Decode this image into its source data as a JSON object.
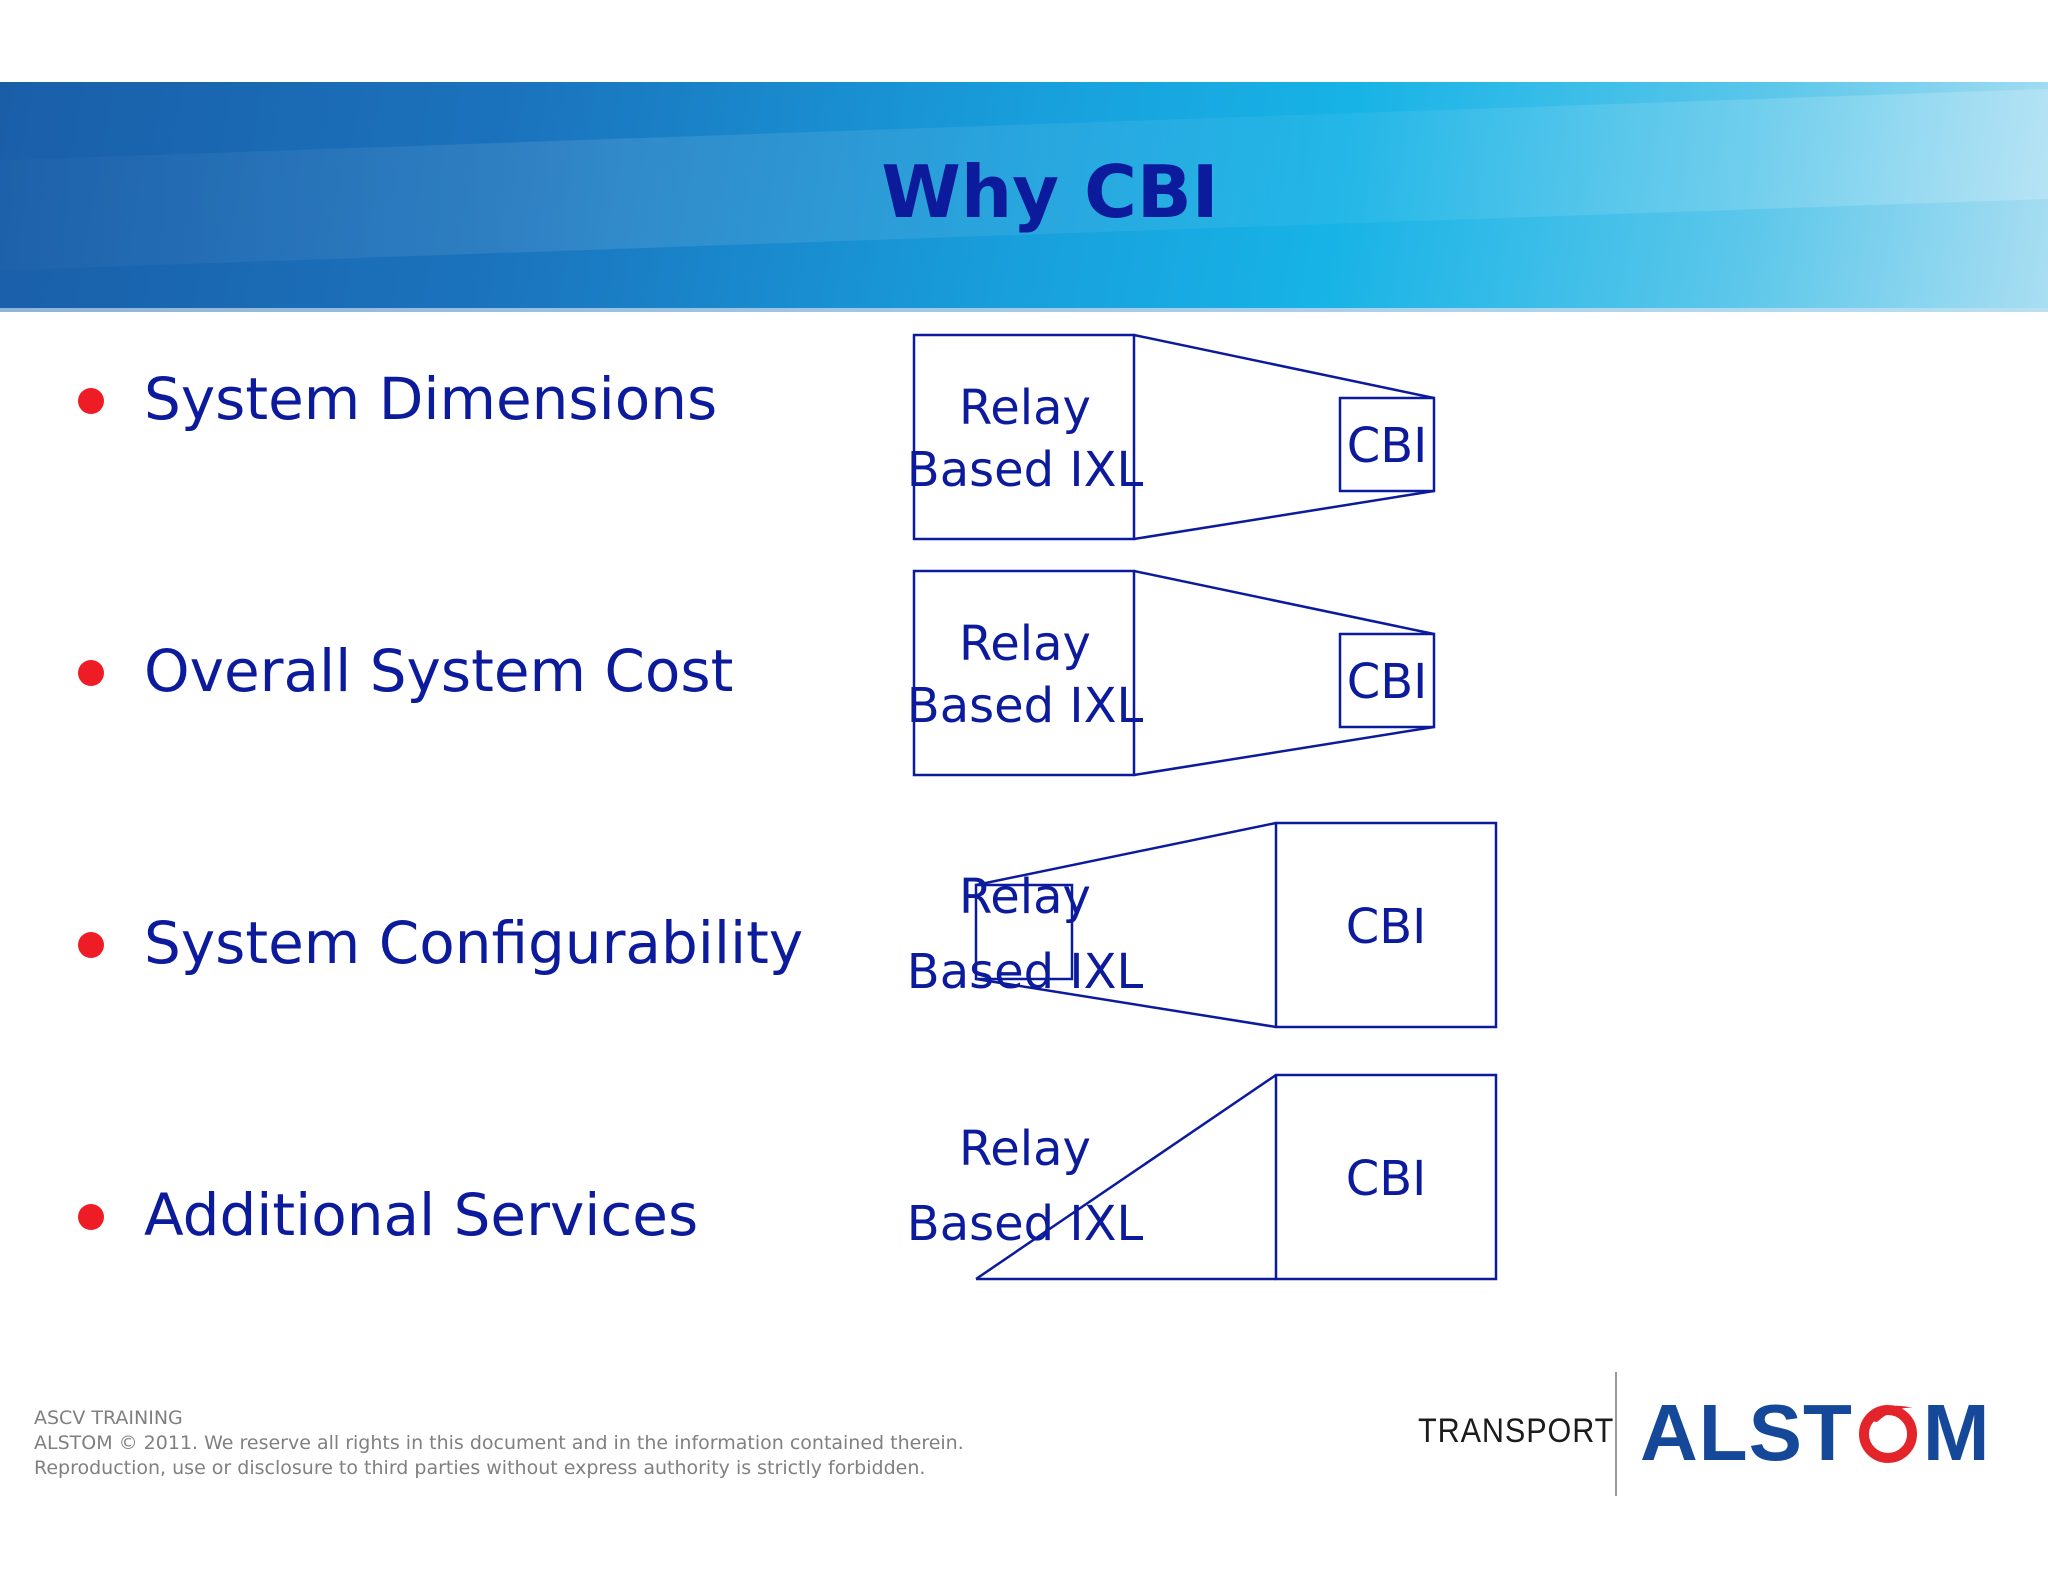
{
  "slide": {
    "title": "Why CBI"
  },
  "bullets": [
    {
      "label": "System Dimensions"
    },
    {
      "label": "Overall System Cost"
    },
    {
      "label": "System Configurability"
    },
    {
      "label": "Additional Services"
    }
  ],
  "diagram": {
    "relay_line1": "Relay",
    "relay_line2": "Based IXL",
    "cbi": "CBI"
  },
  "footer": {
    "line1": "ASCV TRAINING",
    "line2": "ALSTOM © 2011. We reserve all rights in this document and in the information contained therein.",
    "line3": "Reproduction, use or disclosure to third parties without express authority is strictly forbidden."
  },
  "logo": {
    "division": "TRANSPORT",
    "brand_prefix": "ALST",
    "brand_suffix": "M"
  },
  "colors": {
    "title": "#0c1a9c",
    "bullet_dot": "#ee1c25",
    "diagram_stroke": "#0c1a9c",
    "logo_blue": "#16489a",
    "logo_red": "#e3242b"
  }
}
